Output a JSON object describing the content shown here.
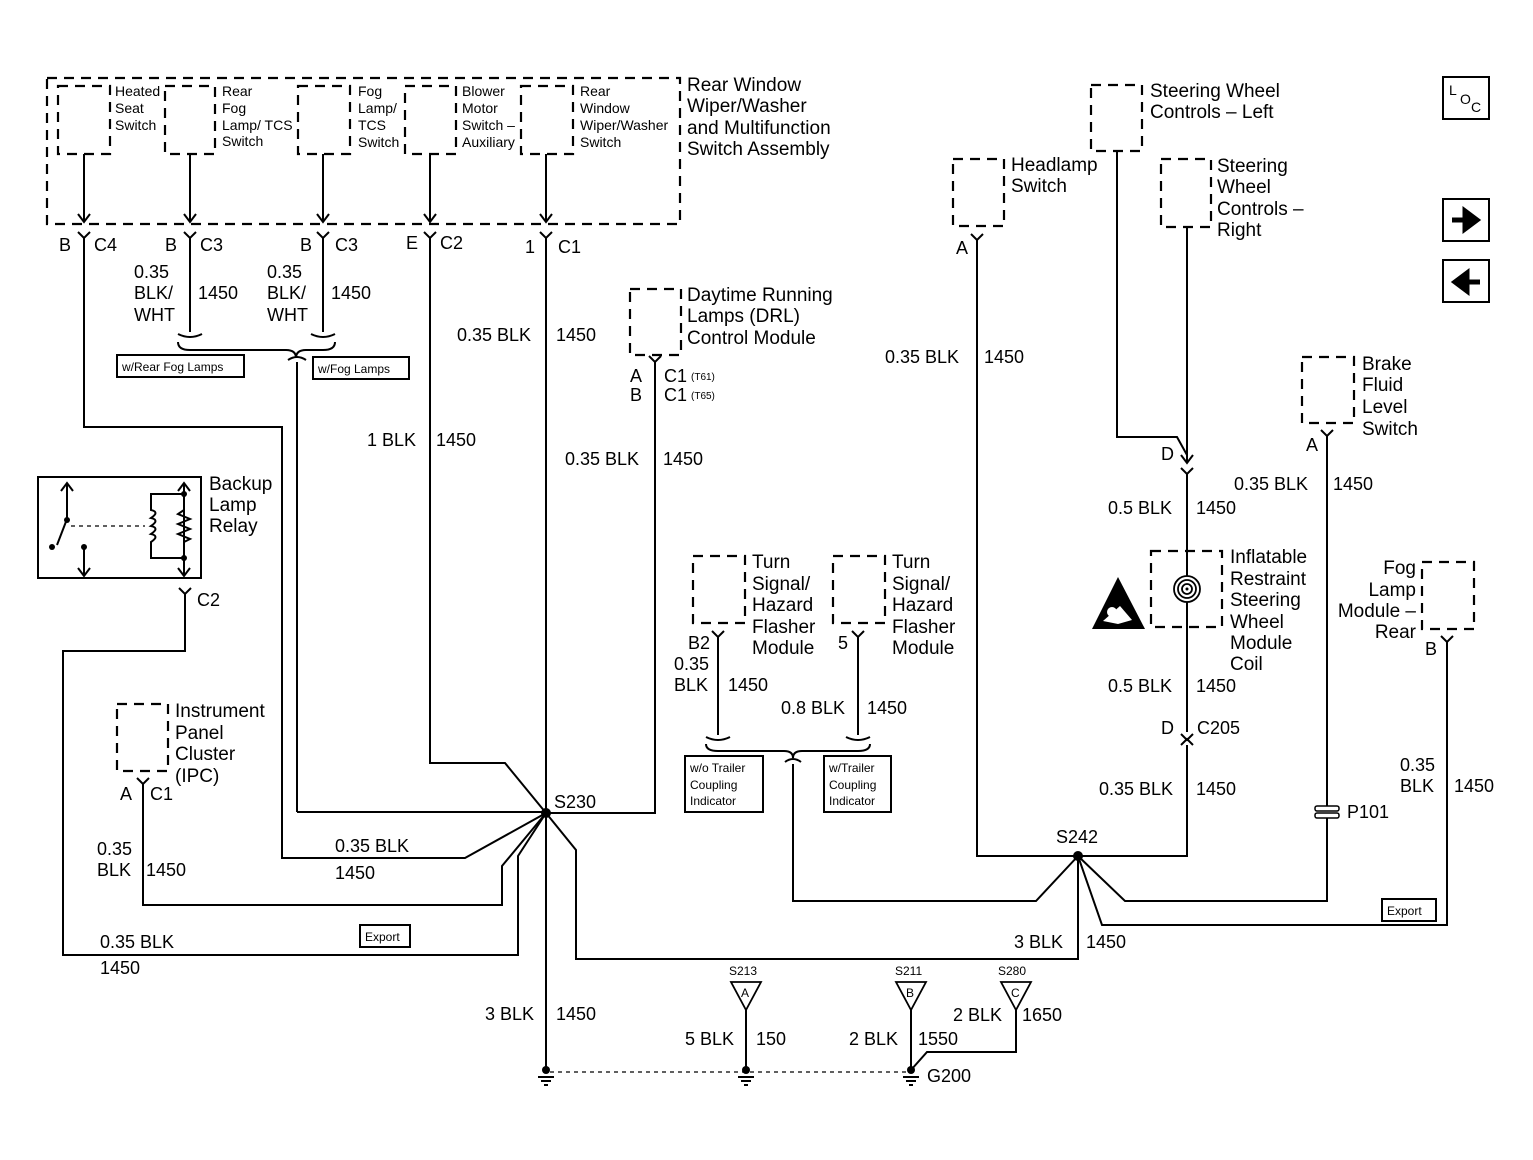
{
  "nav": {
    "loc_top": "L",
    "loc_bottom": "O",
    "loc_sub": "C",
    "next_label": "Next page",
    "prev_label": "Previous page"
  },
  "components": {
    "multifunction_assembly": [
      "Rear Window",
      "Wiper/Washer",
      "and Multifunction",
      "Switch Assembly"
    ],
    "heated_seat": [
      "Heated",
      "Seat",
      "Switch"
    ],
    "rear_fog": [
      "Rear",
      "Fog",
      "Lamp/ TCS",
      "Switch"
    ],
    "fog_tcs": [
      "Fog",
      "Lamp/",
      "TCS",
      "Switch"
    ],
    "blower": [
      "Blower",
      "Motor",
      "Switch –",
      "Auxiliary"
    ],
    "rear_wiper": [
      "Rear",
      "Window",
      "Wiper/Washer",
      "Switch"
    ],
    "drl": [
      "Daytime Running",
      "Lamps (DRL)",
      "Control Module"
    ],
    "backup_relay": [
      "Backup",
      "Lamp",
      "Relay"
    ],
    "ipc": [
      "Instrument",
      "Panel",
      "Cluster",
      "(IPC)"
    ],
    "turn1": [
      "Turn",
      "Signal/",
      "Hazard",
      "Flasher",
      "Module"
    ],
    "turn2": [
      "Turn",
      "Signal/",
      "Hazard",
      "Flasher",
      "Module"
    ],
    "swc_left": [
      "Steering Wheel",
      "Controls – Left"
    ],
    "headlamp": [
      "Headlamp",
      "Switch"
    ],
    "swc_right": [
      "Steering",
      "Wheel",
      "Controls –",
      "Right"
    ],
    "brake_fluid": [
      "Brake",
      "Fluid",
      "Level",
      "Switch"
    ],
    "airbag_coil": [
      "Inflatable",
      "Restraint",
      "Steering",
      "Wheel",
      "Module",
      "Coil"
    ],
    "fog_rear": [
      "Fog",
      "Lamp",
      "Module –",
      "Rear"
    ]
  },
  "option_boxes": {
    "rear_fog": "w/Rear Fog Lamps",
    "fog": "w/Fog Lamps",
    "wo_trailer": [
      "w/o Trailer",
      "Coupling",
      "Indicator"
    ],
    "w_trailer": [
      "w/Trailer",
      "Coupling",
      "Indicator"
    ],
    "export1": "Export",
    "export2": "Export"
  },
  "pins": {
    "B": "B",
    "A": "A",
    "E": "E",
    "D": "D",
    "one": "1",
    "B2": "B2",
    "five": "5",
    "C1": "C1",
    "C2": "C2",
    "C3": "C3",
    "C4": "C4",
    "C205": "C205",
    "T61": "(T61)",
    "T65": "(T65)"
  },
  "wires": {
    "w035": "0.35",
    "blkwht_1": "BLK/",
    "blkwht_2": "WHT",
    "blk": "BLK",
    "b035": "0.35 BLK",
    "b05": "0.5 BLK",
    "b08": "0.8 BLK",
    "b1": "1 BLK",
    "b2": "2 BLK",
    "b3": "3 BLK",
    "b5": "5 BLK",
    "c1450": "1450",
    "c150": "150",
    "c1550": "1550",
    "c1650": "1650"
  },
  "splices": {
    "s230": "S230",
    "s242": "S242",
    "s213": "S213",
    "s211": "S211",
    "s280": "S280",
    "a": "A",
    "b": "B",
    "c": "C",
    "p101": "P101",
    "g200": "G200"
  }
}
